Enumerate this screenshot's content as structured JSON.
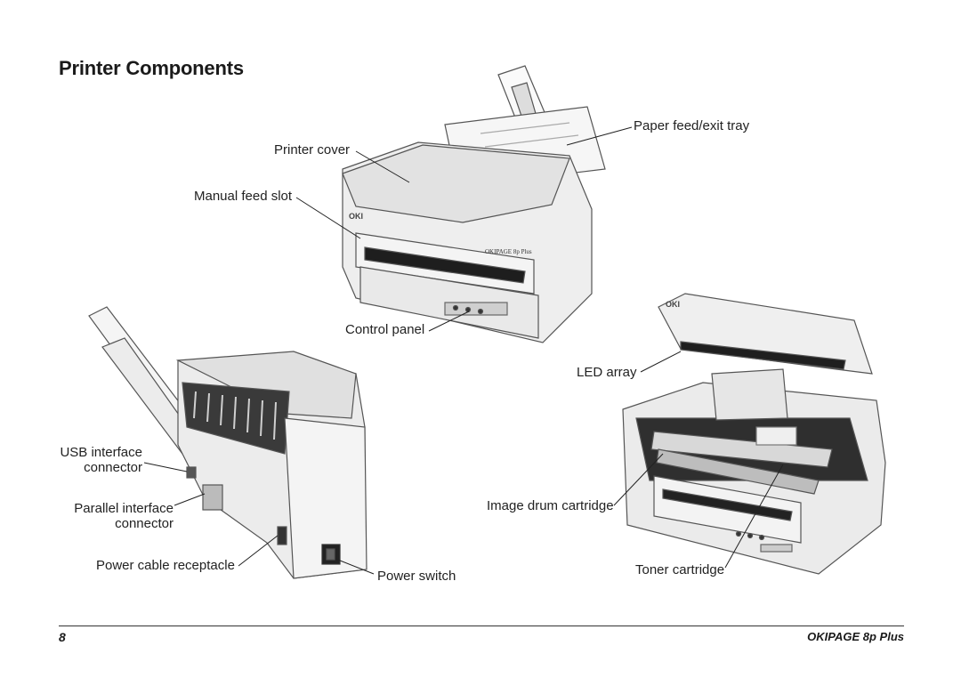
{
  "title": "Printer Components",
  "labels": {
    "paper_feed_exit_tray": "Paper feed/exit tray",
    "printer_cover": "Printer cover",
    "manual_feed_slot": "Manual feed slot",
    "control_panel": "Control panel",
    "led_array": "LED array",
    "usb_interface_line1": "USB interface",
    "usb_interface_line2": "connector",
    "parallel_interface_line1": "Parallel interface",
    "parallel_interface_line2": "connector",
    "power_cable_receptacle": "Power cable receptacle",
    "power_switch": "Power switch",
    "image_drum_cartridge": "Image drum cartridge",
    "toner_cartridge": "Toner cartridge"
  },
  "printer_brand": {
    "logo": "OKI",
    "model_badge": "OKIPAGE 8p Plus"
  },
  "footer": {
    "page_number": "8",
    "product": "OKIPAGE  8p  Plus"
  }
}
